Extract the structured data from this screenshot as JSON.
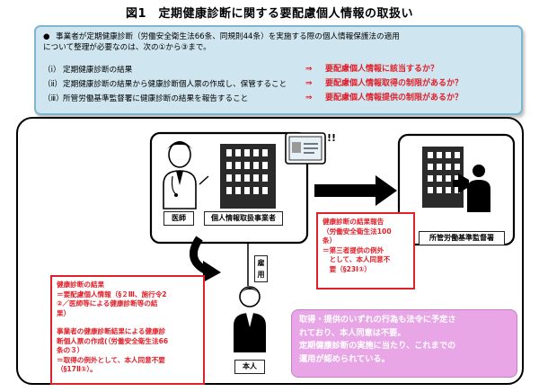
{
  "title": "図1　定期健康診断に関する要配慮個人情報の取扱い",
  "summary": {
    "bullet": "●",
    "line1": "事業者が定期健康診断（労働安全衛生法66条、同規則44条）を実施する際の個人情報保護法の適用",
    "line2": "について整理が必要なのは、次の①から③まで。",
    "items": [
      {
        "num": "（ⅰ）",
        "text": "定期健康診断の結果",
        "arrow": "⇒",
        "question": "要配慮個人情報に該当するか？"
      },
      {
        "num": "（ⅱ）",
        "text": "定期健康診断の結果から健康診断個人票の作成し、保管すること",
        "arrow": "⇒",
        "question": "要配慮個人情報取得の制限があるか？"
      },
      {
        "num": "（ⅲ）",
        "text": "所管労働基準監督署に健康診断の結果を報告すること",
        "arrow": "⇒",
        "question": "要配慮個人情報提供の制限があるか？"
      }
    ]
  },
  "labels": {
    "doctor": "医師",
    "employer": "個人情報取扱事業者",
    "employment": "雇用",
    "person": "本人",
    "labor_office": "所管労働基準監督署",
    "alert": "!!"
  },
  "left_note": {
    "lines": [
      "健康診断の結果",
      "＝要配慮個人情報（§２Ⅲ、施行令2",
      "②／医師等による健康診断等の結",
      "果）",
      "",
      "事業者の健康診断結果による健康診",
      "断個人票の作成(（労働安全衛生法66",
      "条の３）",
      "＝取得の例外として、本人同意不要",
      "（§17Ⅱ①）。"
    ]
  },
  "right_note": {
    "lines": [
      "健康診断の結果報告",
      "（労働安全衛生法100",
      "条）",
      "＝第三者提供の例外",
      "　として、本人同意不",
      "　要（§23Ⅰ①）"
    ]
  },
  "pink_note": {
    "lines": [
      "取得・提供のいずれの行為も法令に予定さ",
      "れており、本人同意は不要。",
      "定期健康診断の実施に当たり、これまでの",
      "運用が認められている。"
    ]
  },
  "colors": {
    "red": "#e0202a",
    "summary_bg": "#cfe6f1",
    "pink_bg": "#e8a6e6"
  }
}
